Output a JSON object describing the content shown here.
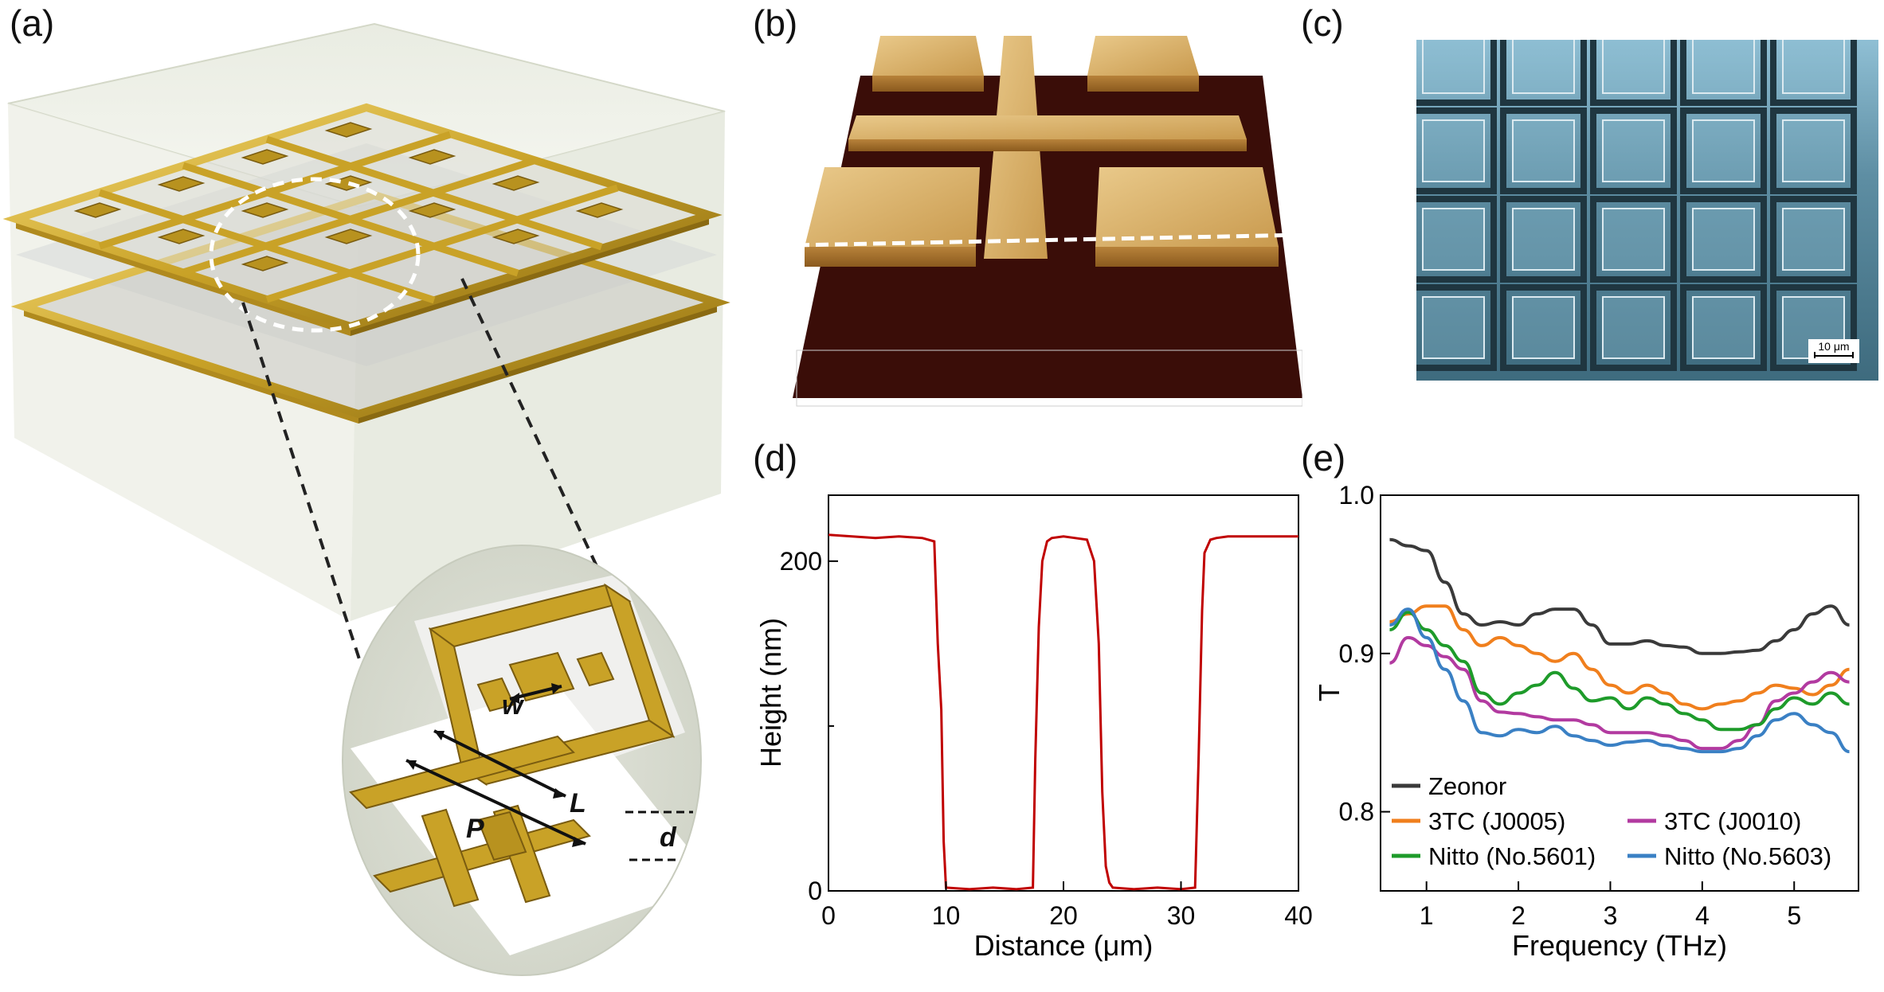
{
  "panels": {
    "a": {
      "label": "(a)",
      "param_w": "w",
      "param_L": "L",
      "param_P": "P",
      "param_d": "d"
    },
    "b": {
      "label": "(b)"
    },
    "c": {
      "label": "(c)",
      "scale_bar": "10 μm"
    },
    "d": {
      "label": "(d)"
    },
    "e": {
      "label": "(e)"
    }
  },
  "colors": {
    "gold": "#c9a227",
    "gold_dark": "#8a6a12",
    "profile_red": "#c00000",
    "zeonor": "#3a3a3a",
    "j0005": "#f07f1d",
    "j0010": "#b23aa0",
    "no5601": "#1e9b2a",
    "no5603": "#3a80c4"
  },
  "chart_data": [
    {
      "type": "line",
      "panel": "d",
      "title": "",
      "xlabel": "Distance (μm)",
      "ylabel": "Height (nm)",
      "xlim": [
        0,
        40
      ],
      "ylim": [
        0,
        240
      ],
      "xticks": [
        0,
        10,
        20,
        30,
        40
      ],
      "yticks": [
        0,
        200
      ],
      "series": [
        {
          "color": "#c00000",
          "x": [
            0,
            2,
            4,
            6,
            8,
            9.0,
            9.3,
            9.6,
            9.8,
            10.0,
            12,
            14,
            16,
            17.4,
            17.6,
            17.9,
            18.2,
            18.6,
            19,
            20,
            21,
            22,
            22.6,
            23.0,
            23.3,
            23.6,
            23.9,
            24.2,
            26,
            28,
            30,
            31.2,
            31.5,
            31.8,
            32.0,
            32.5,
            33,
            34,
            36,
            38,
            40
          ],
          "y": [
            216,
            215,
            214,
            215,
            214,
            212,
            150,
            110,
            30,
            2,
            1,
            2,
            1,
            2,
            80,
            160,
            200,
            212,
            214,
            215,
            214,
            213,
            200,
            150,
            60,
            15,
            5,
            2,
            1,
            2,
            1,
            2,
            80,
            170,
            205,
            213,
            214,
            215,
            215,
            215,
            215
          ]
        }
      ]
    },
    {
      "type": "line",
      "panel": "e",
      "title": "",
      "xlabel": "Frequency (THz)",
      "ylabel": "T",
      "xlim": [
        0.5,
        5.7
      ],
      "ylim": [
        0.75,
        1.0
      ],
      "xticks": [
        1,
        2,
        3,
        4,
        5
      ],
      "yticks": [
        0.8,
        0.9,
        1.0
      ],
      "legend_position": "bottom-left",
      "x": [
        0.6,
        0.8,
        1.0,
        1.2,
        1.4,
        1.6,
        1.8,
        2.0,
        2.2,
        2.4,
        2.6,
        2.8,
        3.0,
        3.2,
        3.4,
        3.6,
        3.8,
        4.0,
        4.2,
        4.4,
        4.6,
        4.8,
        5.0,
        5.2,
        5.4,
        5.6
      ],
      "series": [
        {
          "name": "Zeonor",
          "color": "#3a3a3a",
          "values": [
            0.972,
            0.968,
            0.965,
            0.945,
            0.925,
            0.918,
            0.92,
            0.918,
            0.925,
            0.928,
            0.928,
            0.918,
            0.906,
            0.906,
            0.908,
            0.905,
            0.904,
            0.9,
            0.9,
            0.901,
            0.902,
            0.908,
            0.915,
            0.925,
            0.93,
            0.918
          ]
        },
        {
          "name": "3TC (J0005)",
          "color": "#f07f1d",
          "values": [
            0.92,
            0.925,
            0.93,
            0.93,
            0.915,
            0.905,
            0.91,
            0.905,
            0.9,
            0.895,
            0.9,
            0.89,
            0.88,
            0.875,
            0.88,
            0.875,
            0.868,
            0.865,
            0.868,
            0.87,
            0.875,
            0.88,
            0.878,
            0.874,
            0.88,
            0.89
          ]
        },
        {
          "name": "3TC (J0010)",
          "color": "#b23aa0",
          "values": [
            0.894,
            0.91,
            0.905,
            0.898,
            0.89,
            0.87,
            0.863,
            0.862,
            0.86,
            0.858,
            0.858,
            0.855,
            0.85,
            0.85,
            0.85,
            0.848,
            0.845,
            0.84,
            0.84,
            0.845,
            0.855,
            0.87,
            0.875,
            0.882,
            0.888,
            0.882
          ]
        },
        {
          "name": "Nitto (No.5601)",
          "color": "#1e9b2a",
          "values": [
            0.915,
            0.926,
            0.915,
            0.905,
            0.895,
            0.875,
            0.868,
            0.875,
            0.88,
            0.888,
            0.878,
            0.87,
            0.872,
            0.865,
            0.872,
            0.868,
            0.862,
            0.858,
            0.852,
            0.852,
            0.855,
            0.865,
            0.872,
            0.868,
            0.875,
            0.868
          ]
        },
        {
          "name": "Nitto (No.5603)",
          "color": "#3a80c4",
          "values": [
            0.918,
            0.928,
            0.91,
            0.89,
            0.87,
            0.85,
            0.848,
            0.852,
            0.85,
            0.854,
            0.848,
            0.845,
            0.842,
            0.844,
            0.845,
            0.842,
            0.84,
            0.838,
            0.838,
            0.84,
            0.848,
            0.858,
            0.862,
            0.855,
            0.85,
            0.838
          ]
        }
      ]
    }
  ]
}
